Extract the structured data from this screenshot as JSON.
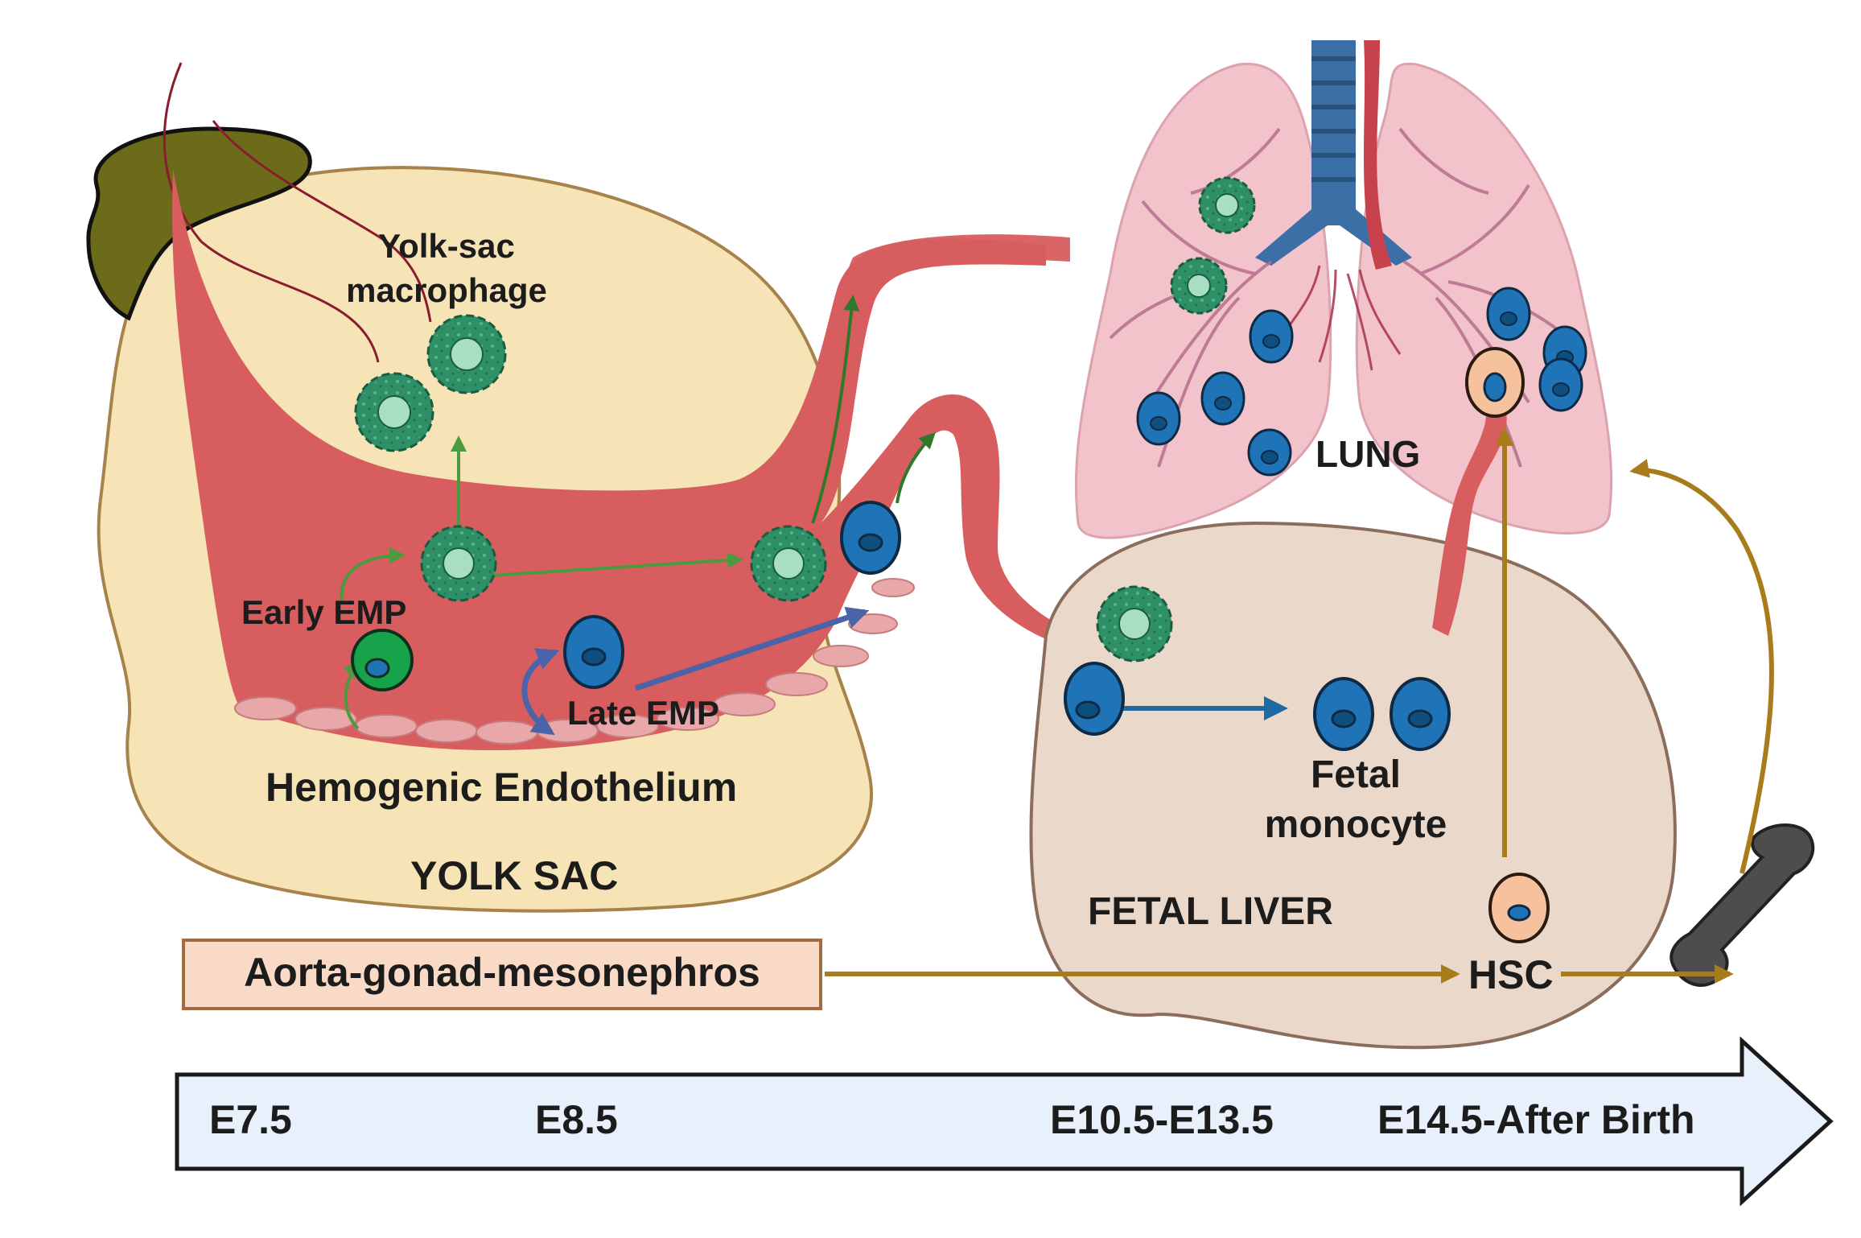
{
  "labels": {
    "yolk_sac_macrophage_line1": "Yolk-sac",
    "yolk_sac_macrophage_line2": "macrophage",
    "early_emp": "Early EMP",
    "late_emp": "Late EMP",
    "hemogenic_endothelium": "Hemogenic Endothelium",
    "yolk_sac": "YOLK SAC",
    "lung": "LUNG",
    "fetal_monocyte_line1": "Fetal",
    "fetal_monocyte_line2": "monocyte",
    "fetal_liver": "FETAL LIVER",
    "hsc": "HSC",
    "agm": "Aorta-gonad-mesonephros"
  },
  "timeline": [
    "E7.5",
    "E8.5",
    "E10.5-E13.5",
    "E14.5-After Birth"
  ],
  "colors": {
    "yolk_sac_fill": "#f6e3b6",
    "yolk_sac_stroke": "#a7824b",
    "vessel": "#d85d5f",
    "endothelium": "#e8a7a8",
    "liver_fill": "#ead8cb",
    "liver_stroke": "#8c6d5c",
    "lung_fill": "#f1bdc6",
    "trachea": "#3b6fa6",
    "macrophage": "#2f8f67",
    "monocyte": "#1f74b8",
    "hsc": "#f6c29d",
    "early_emp": "#16a34a",
    "green_arrow": "#4c9a3f",
    "blue_arrow": "#4b63a8",
    "gold_arrow": "#a97c1b",
    "agm_box": "#f9dac6",
    "timeline_fill": "#e8f1fb",
    "placenta": "#6b6b1a",
    "bone": "#4d4d4d"
  },
  "icons": [
    "placenta-icon",
    "lung-icon",
    "bone-icon",
    "macrophage-icon",
    "monocyte-icon",
    "hsc-icon",
    "early-emp-icon"
  ]
}
